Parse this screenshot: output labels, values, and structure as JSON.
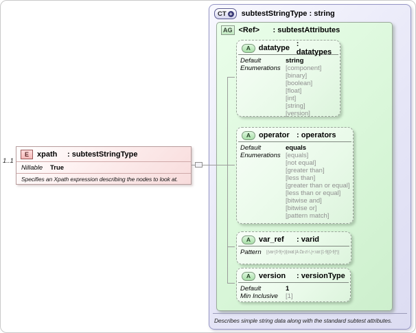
{
  "diagram": {
    "element": {
      "badge": "E",
      "cardinality": "1..1",
      "name": "xpath",
      "type": ": subtestStringType",
      "nillable_label": "Nillable",
      "nillable_value": "True",
      "description": "Specifies an Xpath expression describing the nodes to look at."
    },
    "complex_type": {
      "badge": "CT",
      "expand_icon": "+",
      "title": "subtestStringType : string",
      "footer": "Describes simple string data along with the standard subtest attributes."
    },
    "attribute_group": {
      "badge": "AG",
      "name": "<Ref>",
      "type": ": subtestAttributes"
    },
    "attributes": {
      "datatype": {
        "badge": "A",
        "name": "datatype",
        "type": ": datatypes",
        "default_label": "Default",
        "default_value": "string",
        "enumerations_label": "Enumerations",
        "enumerations": [
          "[component]",
          "[binary]",
          "[boolean]",
          "[float]",
          "[int]",
          "[string]",
          "[version]"
        ]
      },
      "operator": {
        "badge": "A",
        "name": "operator",
        "type": ": operators",
        "default_label": "Default",
        "default_value": "equals",
        "enumerations_label": "Enumerations",
        "enumerations": [
          "[equals]",
          "[not equal]",
          "[greater than]",
          "[less than]",
          "[greater than or equal]",
          "[less than or equal]",
          "[bitwise and]",
          "[bitwise or]",
          "[pattern match]"
        ]
      },
      "var_ref": {
        "badge": "A",
        "name": "var_ref",
        "type": ": varid",
        "pattern_label": "Pattern",
        "pattern_value": "[(var-[0-9]+)|(oval:[A-Za-z\\-\\.]+:var:[1-9][0-9]*)]"
      },
      "version": {
        "badge": "A",
        "name": "version",
        "type": ": versionType",
        "default_label": "Default",
        "default_value": "1",
        "min_inclusive_label": "Min Inclusive",
        "min_inclusive_value": "[1]"
      }
    }
  },
  "colors": {
    "complex_type_border": "#9595c5",
    "complex_type_fill": "#e6e6f7",
    "attribute_group_fill": "#d8f6d8",
    "attribute_dashed_border": "#99a399",
    "element_border": "#b79c9c",
    "element_fill": "#fdeeee",
    "badge_green": "#a8dfa8",
    "badge_pink": "#f5b8b8",
    "enum_text": "#8f8f8f",
    "connector": "#9a9a9a"
  }
}
